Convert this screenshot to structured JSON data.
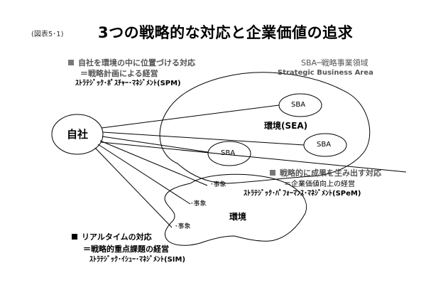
{
  "colors": {
    "line": "#000000",
    "muted_text": "#555555",
    "bullet_gray": "#777777",
    "bullet_black": "#000000"
  },
  "figure": {
    "label": "(図表5･1)",
    "title": "3つの戦略的な対応と企業価値の追求"
  },
  "nodes": {
    "company": "自社",
    "environment_sea": "環境(SEA)",
    "environment_small": "環境",
    "sba_1": "SBA",
    "sba_2": "SBA",
    "sba_3": "SBA",
    "business_1": "･事象",
    "business_2": "･事象",
    "business_3": "･事象"
  },
  "sba_legend": {
    "line1": "SBA─戦略事業領域",
    "line2": "Strategic Business Area"
  },
  "responses": {
    "spm": {
      "heading": "自社を環境の中に位置づける対応",
      "subheading": "＝戦略計画による経営",
      "english": "ｽﾄﾗﾃｼﾞｯｸ･ﾎﾟｽﾁｬｰ･ﾏﾈｼﾞﾒﾝﾄ(SPM)"
    },
    "spem": {
      "heading": "戦略的に成果を生み出す対応",
      "subheading": "＝企業価値向上の経営",
      "english": "ｽﾄﾗﾃｼﾞｯｸ･ﾊﾟﾌｫｰﾏﾝｽ･ﾏﾈｼﾞﾒﾝﾄ(SPeM)"
    },
    "sim": {
      "heading": "リアルタイムの対応",
      "subheading": "＝戦略的重点課題の経営",
      "english": "ｽﾄﾗﾃｼﾞｯｸ･ｲｼｭｰ･ﾏﾈｼﾞﾒﾝﾄ(SIM)"
    }
  }
}
